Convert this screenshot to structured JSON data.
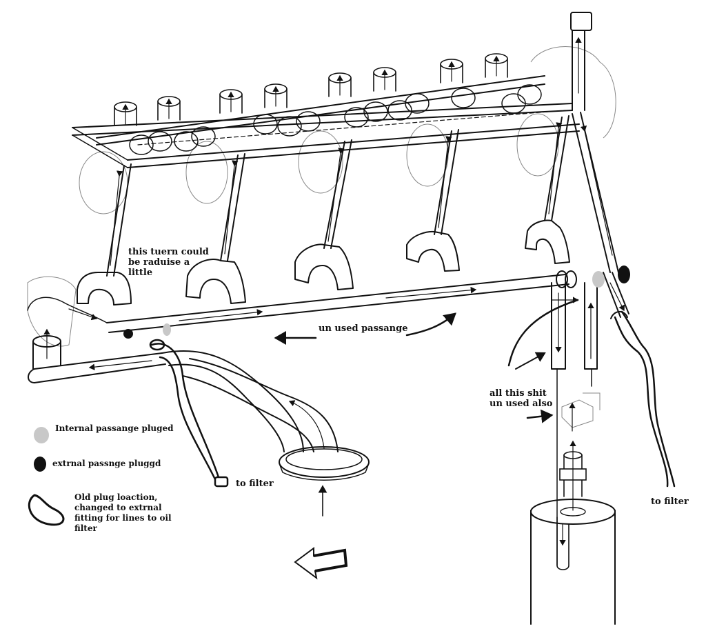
{
  "annotations": {
    "turn_note": "this tuern could\nbe  raduise a\nlittle",
    "unused_passage": "un used passange",
    "unused_also": "all this shit\nun used also",
    "to_filter_left": "to filter",
    "to_filter_right": "to filter"
  },
  "legend": {
    "items": [
      {
        "symbol": "light-gray-dot",
        "label": "Internal passange pluged"
      },
      {
        "symbol": "black-dot",
        "label": "extrnal passnge pluggd"
      },
      {
        "symbol": "hand-drawn-loop",
        "label": "Old plug loaction,\nchanged to extrnal\nfitting for lines to oil\nfilter"
      }
    ]
  },
  "colors": {
    "ink": "#111111",
    "internal_plug": "#c8c8c8",
    "external_plug": "#111111",
    "background": "#ffffff"
  }
}
